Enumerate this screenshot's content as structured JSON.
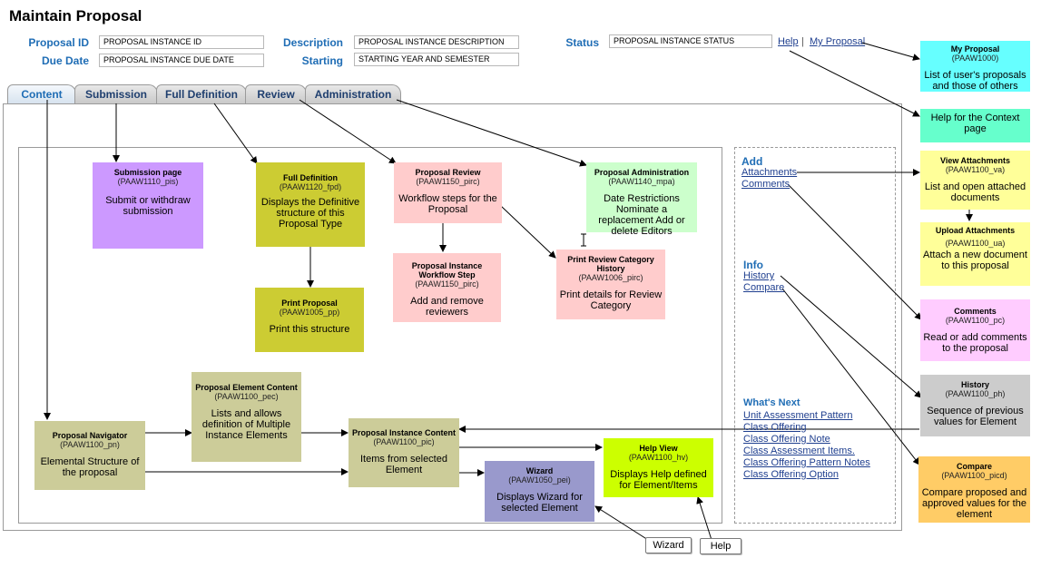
{
  "title": "Maintain Proposal",
  "fields": {
    "proposal_id": {
      "label": "Proposal ID",
      "value": "PROPOSAL INSTANCE ID"
    },
    "due_date": {
      "label": "Due Date",
      "value": "PROPOSAL INSTANCE DUE DATE"
    },
    "description": {
      "label": "Description",
      "value": "PROPOSAL INSTANCE DESCRIPTION"
    },
    "starting": {
      "label": "Starting",
      "value": "STARTING YEAR AND SEMESTER"
    },
    "status": {
      "label": "Status",
      "value": "PROPOSAL INSTANCE STATUS"
    }
  },
  "header_links": {
    "help": "Help",
    "separator": "|",
    "my_proposal": "My Proposal"
  },
  "tabs": [
    "Content",
    "Submission",
    "Full Definition",
    "Review",
    "Administration"
  ],
  "nodes": {
    "submission": {
      "title": "Submission page",
      "code": "(PAAW1110_pis)",
      "desc": "Submit or withdraw submission"
    },
    "full_definition": {
      "title": "Full Definition",
      "code": "(PAAW1120_fpd)",
      "desc": "Displays the Definitive structure of this Proposal Type"
    },
    "print_proposal": {
      "title": "Print Proposal",
      "code": "(PAAW1005_pp)",
      "desc": "Print this structure"
    },
    "proposal_review": {
      "title": "Proposal Review",
      "code": "(PAAW1150_pirc)",
      "desc": "Workflow steps for the Proposal"
    },
    "workflow_step": {
      "title": "Proposal Instance Workflow Step",
      "code": "(PAAW1150_pirc)",
      "desc": "Add and remove reviewers"
    },
    "administration": {
      "title": "Proposal Administration",
      "code": "(PAAW1140_mpa)",
      "desc": "Date Restrictions Nominate a replacement Add or delete Editors"
    },
    "print_review": {
      "title": "Print Review Category History",
      "code": "(PAAW1006_pirc)",
      "desc": "Print details for Review Category"
    },
    "element_content": {
      "title": "Proposal Element Content",
      "code": "(PAAW1100_pec)",
      "desc": "Lists and allows definition of Multiple Instance Elements"
    },
    "navigator": {
      "title": "Proposal Navigator",
      "code": "(PAAW1100_pn)",
      "desc": "Elemental Structure of the proposal"
    },
    "instance_content": {
      "title": "Proposal Instance Content",
      "code": "(PAAW1100_pic)",
      "desc": "Items from selected Element"
    },
    "help_view": {
      "title": "Help View",
      "code": "(PAAW1100_hv)",
      "desc": "Displays Help defined for Element/Items"
    },
    "wizard": {
      "title": "Wizard",
      "code": "(PAAW1050_pei)",
      "desc": "Displays Wizard for selected Element"
    },
    "my_proposal": {
      "title": "My Proposal",
      "code": "(PAAW1000)",
      "desc": "List of user's proposals and those of others"
    },
    "help_context": {
      "title": "",
      "code": "",
      "desc": "Help for the Context page"
    },
    "view_attachments": {
      "title": "View Attachments",
      "code": "(PAAW1100_va)",
      "desc": "List and open attached documents"
    },
    "upload_attachments": {
      "title": "Upload Attachments",
      "code": "(PAAW1100_ua)",
      "desc": "Attach a new document to this proposal"
    },
    "comments": {
      "title": "Comments",
      "code": "(PAAW1100_pc)",
      "desc": "Read or add comments to the proposal"
    },
    "history": {
      "title": "History",
      "code": "(PAAW1100_ph)",
      "desc": "Sequence of previous values for Element"
    },
    "compare": {
      "title": "Compare",
      "code": "(PAAW1100_picd)",
      "desc": "Compare proposed and approved values for the element"
    }
  },
  "side": {
    "add": {
      "heading": "Add",
      "links": [
        "Attachments",
        "Comments"
      ]
    },
    "info": {
      "heading": "Info",
      "links": [
        "History",
        "Compare"
      ]
    },
    "whats_next": {
      "heading": "What's Next",
      "links": [
        "Unit Assessment Pattern",
        "Class Offering",
        "Class Offering Note",
        "Class Assessment Items.",
        "Class Offering Pattern Notes",
        "Class Offering Option"
      ]
    }
  },
  "buttons": {
    "wizard": "Wizard",
    "help": "Help"
  },
  "colors": {
    "label_blue": "#1f6db5",
    "purple": "#cc99ff",
    "olive": "#cccc33",
    "pink": "#ffcccc",
    "mint": "#ccffcc",
    "tan": "#cccc99",
    "lime": "#ccff00",
    "lavender": "#9999cc",
    "cyan": "#66ffff",
    "aqua_green": "#66ffcc",
    "yellow": "#ffff99",
    "magenta_light": "#ffccff",
    "grey": "#cccccc",
    "orange": "#ffcc66"
  }
}
